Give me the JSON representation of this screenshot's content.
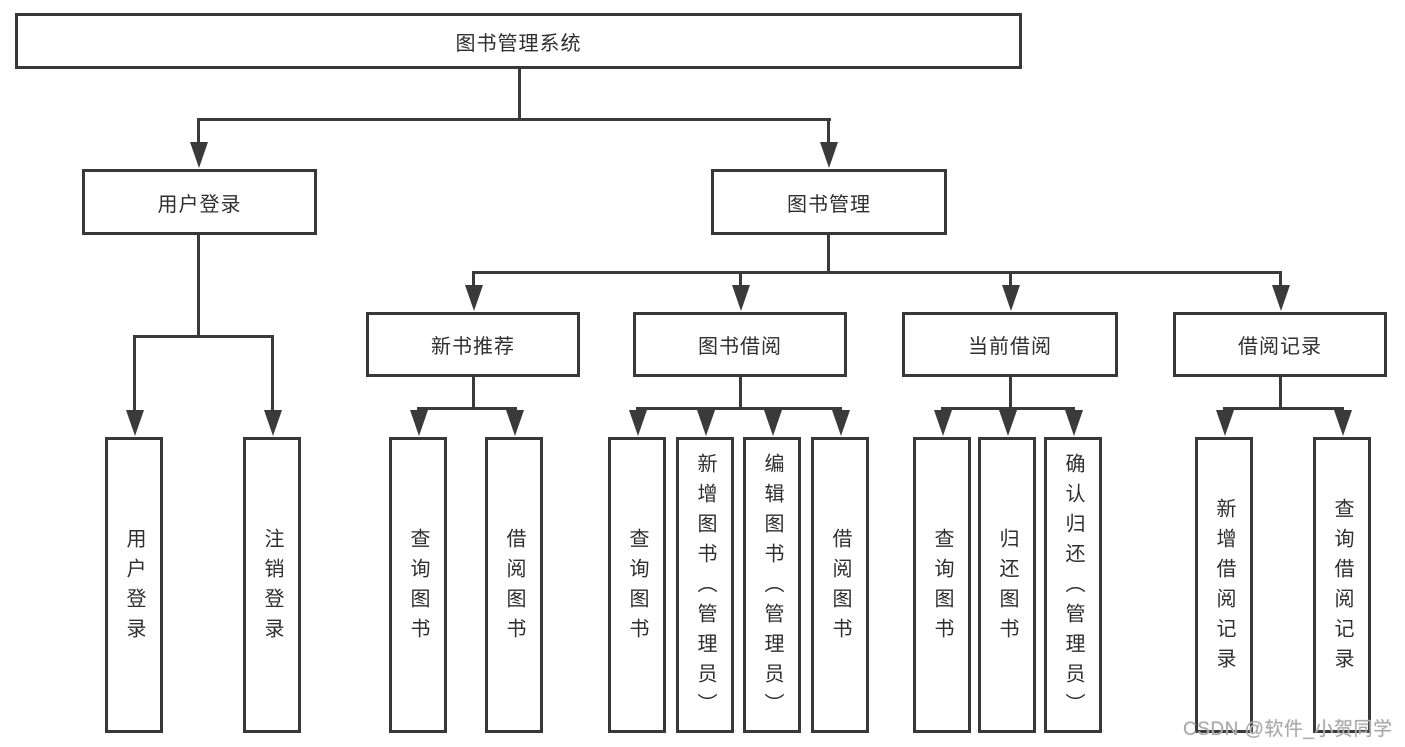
{
  "diagram": {
    "root": {
      "label": "图书管理系统"
    },
    "level2": [
      {
        "id": "user-login",
        "label": "用户登录"
      },
      {
        "id": "book-management",
        "label": "图书管理"
      }
    ],
    "level3": [
      {
        "id": "new-book-recommend",
        "label": "新书推荐"
      },
      {
        "id": "book-borrow",
        "label": "图书借阅"
      },
      {
        "id": "current-borrow",
        "label": "当前借阅"
      },
      {
        "id": "borrow-records",
        "label": "借阅记录"
      }
    ],
    "leaves": {
      "user": [
        "用户登录",
        "注销登录"
      ],
      "recommend": [
        "查询图书",
        "借阅图书"
      ],
      "borrow": [
        "查询图书",
        "新增图书（管理员）",
        "编辑图书（管理员）",
        "借阅图书"
      ],
      "current": [
        "查询图书",
        "归还图书",
        "确认归还（管理员）"
      ],
      "records": [
        "新增借阅记录",
        "查询借阅记录"
      ]
    },
    "colors": {
      "line": "#3a3a3a",
      "border": "#383838",
      "text": "#2f2f2f",
      "background": "#ffffff",
      "watermark": "#a9a9a9"
    }
  },
  "watermark": {
    "text": "CSDN @软件_小贺同学"
  }
}
